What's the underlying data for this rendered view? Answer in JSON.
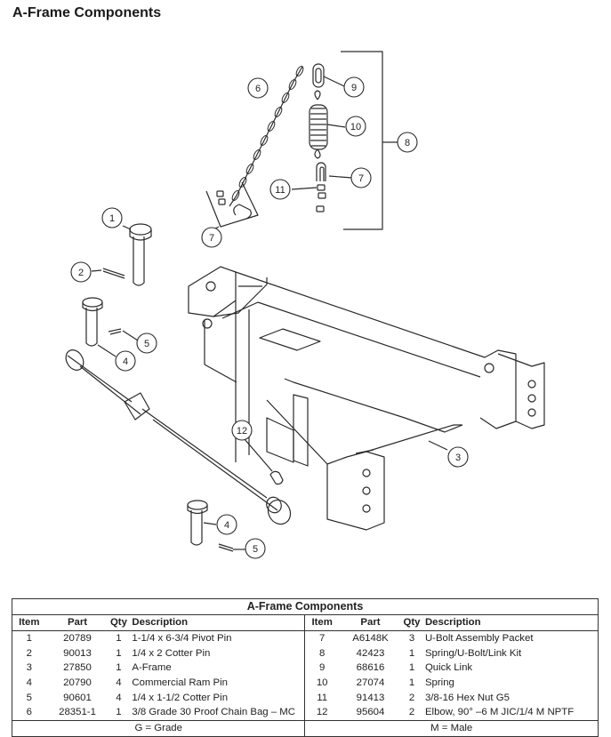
{
  "title": "A-Frame Components",
  "callouts": [
    "1",
    "2",
    "3",
    "4",
    "5",
    "6",
    "7",
    "8",
    "9",
    "10",
    "11",
    "12"
  ],
  "table": {
    "caption": "A-Frame Components",
    "headers": [
      "Item",
      "Part",
      "Qty",
      "Description",
      "Item",
      "Part",
      "Qty",
      "Description"
    ],
    "rows": [
      [
        "1",
        "20789",
        "1",
        "1-1/4 x 6-3/4 Pivot Pin",
        "7",
        "A6148K",
        "3",
        "U-Bolt Assembly Packet"
      ],
      [
        "2",
        "90013",
        "1",
        "1/4 x 2 Cotter Pin",
        "8",
        "42423",
        "1",
        "Spring/U-Bolt/Link Kit"
      ],
      [
        "3",
        "27850",
        "1",
        "A-Frame",
        "9",
        "68616",
        "1",
        "Quick Link"
      ],
      [
        "4",
        "20790",
        "4",
        "Commercial Ram Pin",
        "10",
        "27074",
        "1",
        "Spring"
      ],
      [
        "5",
        "90601",
        "4",
        "1/4 x 1-1/2 Cotter Pin",
        "11",
        "91413",
        "2",
        "3/8-16 Hex Nut G5"
      ],
      [
        "6",
        "28351-1",
        "1",
        "3/8 Grade 30 Proof Chain Bag – MC",
        "12",
        "95604",
        "2",
        "Elbow, 90° –6 M JIC/1/4 M NPTF"
      ]
    ],
    "legend_left": "G = Grade",
    "legend_right": "M = Male"
  }
}
